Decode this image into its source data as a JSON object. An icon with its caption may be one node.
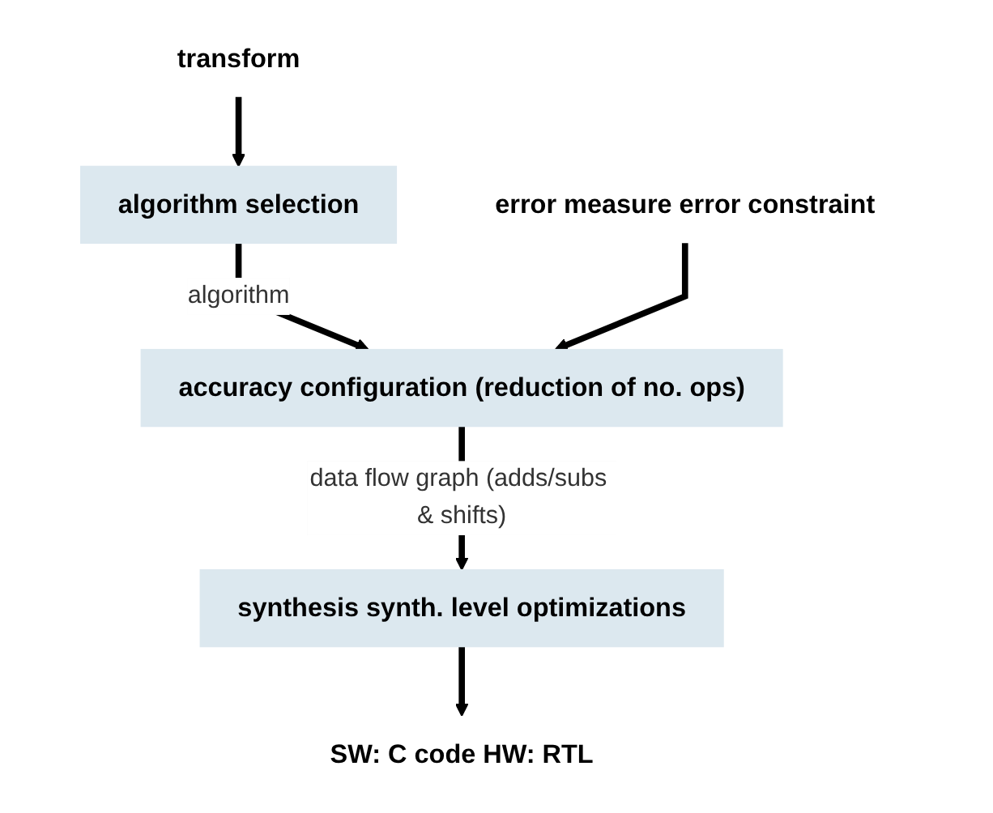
{
  "diagram": {
    "nodes": [
      {
        "text": [
          "transform"
        ]
      },
      {
        "text": [
          "algorithm selection"
        ]
      },
      {
        "text": [
          "accuracy configuration (reduction of no. ops)"
        ]
      },
      {
        "text": [
          "error measure error constraint"
        ]
      },
      {
        "text": [
          "synthesis synth. level optimizations"
        ]
      },
      {
        "text": [
          "SW: C code HW: RTL"
        ]
      }
    ],
    "edges": [
      {
        "from": 0,
        "to": 1,
        "arrow": "to"
      },
      {
        "from": 1,
        "to": 2,
        "arrow": "to",
        "label": "algorithm"
      },
      {
        "from": 3,
        "to": 2,
        "arrow": "to"
      },
      {
        "from": 2,
        "to": 4,
        "arrow": "to",
        "label": "data flow graph (adds/subs & shifts)"
      },
      {
        "from": 4,
        "to": 5,
        "arrow": "to"
      }
    ]
  }
}
